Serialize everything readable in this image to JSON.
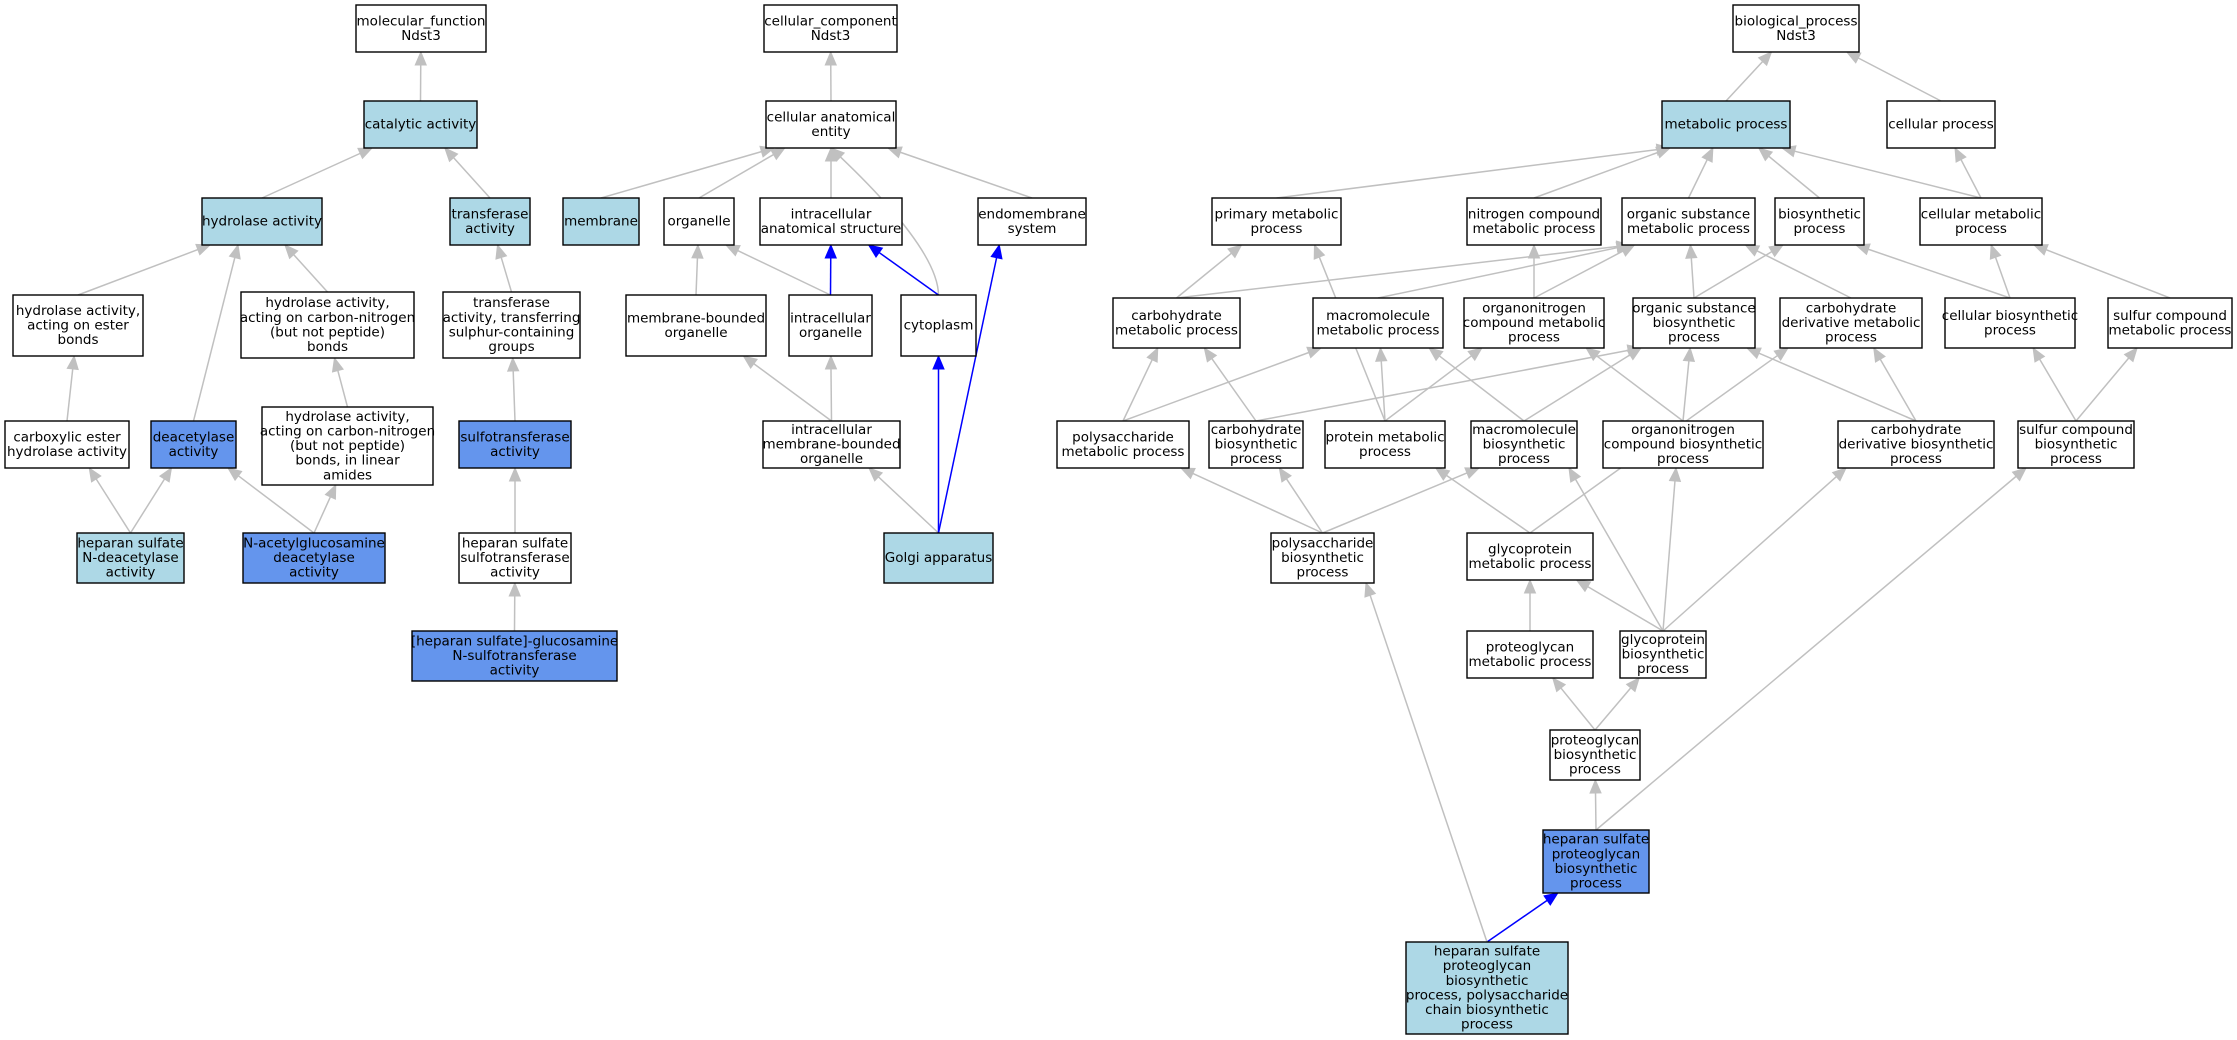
{
  "graph": {
    "colors": {
      "white": "#ffffff",
      "light": "#add8e6",
      "blue": "#6495ed",
      "edge_default": "#c0c0c0",
      "edge_highlight": "#0000ff"
    },
    "nodes": [
      {
        "id": "mf",
        "lines": [
          "molecular_function",
          "Ndst3"
        ],
        "fill": "white"
      },
      {
        "id": "catalytic",
        "lines": [
          "catalytic activity"
        ],
        "fill": "light"
      },
      {
        "id": "hydrolase",
        "lines": [
          "hydrolase activity"
        ],
        "fill": "light"
      },
      {
        "id": "transferase",
        "lines": [
          "transferase",
          "activity"
        ],
        "fill": "light"
      },
      {
        "id": "hyd_ester",
        "lines": [
          "hydrolase activity,",
          "acting on ester",
          "bonds"
        ],
        "fill": "white"
      },
      {
        "id": "hyd_cn",
        "lines": [
          "hydrolase activity,",
          "acting on carbon-nitrogen",
          "(but not peptide)",
          "bonds"
        ],
        "fill": "white"
      },
      {
        "id": "trans_sulf",
        "lines": [
          "transferase",
          "activity, transferring",
          "sulphur-containing",
          "groups"
        ],
        "fill": "white"
      },
      {
        "id": "carbox",
        "lines": [
          "carboxylic ester",
          "hydrolase activity"
        ],
        "fill": "white"
      },
      {
        "id": "deacetylase",
        "lines": [
          "deacetylase",
          "activity"
        ],
        "fill": "blue"
      },
      {
        "id": "hyd_cn_lin",
        "lines": [
          "hydrolase activity,",
          "acting on carbon-nitrogen",
          "(but not peptide)",
          "bonds, in linear",
          "amides"
        ],
        "fill": "white"
      },
      {
        "id": "sulfotrans",
        "lines": [
          "sulfotransferase",
          "activity"
        ],
        "fill": "blue"
      },
      {
        "id": "hs_ndeac",
        "lines": [
          "heparan sulfate",
          "N-deacetylase",
          "activity"
        ],
        "fill": "light"
      },
      {
        "id": "nag_deac",
        "lines": [
          "N-acetylglucosamine",
          "deacetylase",
          "activity"
        ],
        "fill": "blue"
      },
      {
        "id": "hs_sulfotrans",
        "lines": [
          "heparan sulfate",
          "sulfotransferase",
          "activity"
        ],
        "fill": "white"
      },
      {
        "id": "hs_glcn",
        "lines": [
          "[heparan sulfate]-glucosamine",
          "N-sulfotransferase",
          "activity"
        ],
        "fill": "blue"
      },
      {
        "id": "cc",
        "lines": [
          "cellular_component",
          "Ndst3"
        ],
        "fill": "white"
      },
      {
        "id": "cae",
        "lines": [
          "cellular anatomical",
          "entity"
        ],
        "fill": "white"
      },
      {
        "id": "membrane",
        "lines": [
          "membrane"
        ],
        "fill": "light"
      },
      {
        "id": "organelle",
        "lines": [
          "organelle"
        ],
        "fill": "white"
      },
      {
        "id": "ias",
        "lines": [
          "intracellular",
          "anatomical structure"
        ],
        "fill": "white"
      },
      {
        "id": "endomem",
        "lines": [
          "endomembrane",
          "system"
        ],
        "fill": "white"
      },
      {
        "id": "mbo",
        "lines": [
          "membrane-bounded",
          "organelle"
        ],
        "fill": "white"
      },
      {
        "id": "io",
        "lines": [
          "intracellular",
          "organelle"
        ],
        "fill": "white"
      },
      {
        "id": "cytoplasm",
        "lines": [
          "cytoplasm"
        ],
        "fill": "white"
      },
      {
        "id": "imbo",
        "lines": [
          "intracellular",
          "membrane-bounded",
          "organelle"
        ],
        "fill": "white"
      },
      {
        "id": "golgi",
        "lines": [
          "Golgi apparatus"
        ],
        "fill": "light"
      },
      {
        "id": "bp",
        "lines": [
          "biological_process",
          "Ndst3"
        ],
        "fill": "white"
      },
      {
        "id": "metab",
        "lines": [
          "metabolic process"
        ],
        "fill": "light"
      },
      {
        "id": "cellproc",
        "lines": [
          "cellular process"
        ],
        "fill": "white"
      },
      {
        "id": "primary",
        "lines": [
          "primary metabolic",
          "process"
        ],
        "fill": "white"
      },
      {
        "id": "ncmp",
        "lines": [
          "nitrogen compound",
          "metabolic process"
        ],
        "fill": "white"
      },
      {
        "id": "osmp",
        "lines": [
          "organic substance",
          "metabolic process"
        ],
        "fill": "white"
      },
      {
        "id": "biosyn",
        "lines": [
          "biosynthetic",
          "process"
        ],
        "fill": "white"
      },
      {
        "id": "cmp",
        "lines": [
          "cellular metabolic",
          "process"
        ],
        "fill": "white"
      },
      {
        "id": "carbmp",
        "lines": [
          "carbohydrate",
          "metabolic process"
        ],
        "fill": "white"
      },
      {
        "id": "macromp",
        "lines": [
          "macromolecule",
          "metabolic process"
        ],
        "fill": "white"
      },
      {
        "id": "onmp",
        "lines": [
          "organonitrogen",
          "compound metabolic",
          "process"
        ],
        "fill": "white"
      },
      {
        "id": "osbp",
        "lines": [
          "organic substance",
          "biosynthetic",
          "process"
        ],
        "fill": "white"
      },
      {
        "id": "cdmp",
        "lines": [
          "carbohydrate",
          "derivative metabolic",
          "process"
        ],
        "fill": "white"
      },
      {
        "id": "cbp",
        "lines": [
          "cellular biosynthetic",
          "process"
        ],
        "fill": "white"
      },
      {
        "id": "scmp",
        "lines": [
          "sulfur compound",
          "metabolic process"
        ],
        "fill": "white"
      },
      {
        "id": "polymp",
        "lines": [
          "polysaccharide",
          "metabolic process"
        ],
        "fill": "white"
      },
      {
        "id": "carbbp",
        "lines": [
          "carbohydrate",
          "biosynthetic",
          "process"
        ],
        "fill": "white"
      },
      {
        "id": "protmp",
        "lines": [
          "protein metabolic",
          "process"
        ],
        "fill": "white"
      },
      {
        "id": "macrobp",
        "lines": [
          "macromolecule",
          "biosynthetic",
          "process"
        ],
        "fill": "white"
      },
      {
        "id": "onbp",
        "lines": [
          "organonitrogen",
          "compound biosynthetic",
          "process"
        ],
        "fill": "white"
      },
      {
        "id": "cdbp",
        "lines": [
          "carbohydrate",
          "derivative biosynthetic",
          "process"
        ],
        "fill": "white"
      },
      {
        "id": "scbp",
        "lines": [
          "sulfur compound",
          "biosynthetic",
          "process"
        ],
        "fill": "white"
      },
      {
        "id": "polybp",
        "lines": [
          "polysaccharide",
          "biosynthetic",
          "process"
        ],
        "fill": "white"
      },
      {
        "id": "gpmp",
        "lines": [
          "glycoprotein",
          "metabolic process"
        ],
        "fill": "white"
      },
      {
        "id": "pgmp",
        "lines": [
          "proteoglycan",
          "metabolic process"
        ],
        "fill": "white"
      },
      {
        "id": "gpbp",
        "lines": [
          "glycoprotein",
          "biosynthetic",
          "process"
        ],
        "fill": "white"
      },
      {
        "id": "pgbp",
        "lines": [
          "proteoglycan",
          "biosynthetic",
          "process"
        ],
        "fill": "white"
      },
      {
        "id": "hspg",
        "lines": [
          "heparan sulfate",
          "proteoglycan",
          "biosynthetic",
          "process"
        ],
        "fill": "blue"
      },
      {
        "id": "hspg_poly",
        "lines": [
          "heparan sulfate",
          "proteoglycan",
          "biosynthetic",
          "process, polysaccharide",
          "chain biosynthetic",
          "process"
        ],
        "fill": "light"
      }
    ],
    "edges": [
      {
        "from": "catalytic",
        "to": "mf"
      },
      {
        "from": "hydrolase",
        "to": "catalytic"
      },
      {
        "from": "transferase",
        "to": "catalytic"
      },
      {
        "from": "hyd_ester",
        "to": "hydrolase"
      },
      {
        "from": "hyd_cn",
        "to": "hydrolase"
      },
      {
        "from": "deacetylase",
        "to": "hydrolase"
      },
      {
        "from": "trans_sulf",
        "to": "transferase"
      },
      {
        "from": "carbox",
        "to": "hyd_ester"
      },
      {
        "from": "hyd_cn_lin",
        "to": "hyd_cn"
      },
      {
        "from": "sulfotrans",
        "to": "trans_sulf"
      },
      {
        "from": "hs_ndeac",
        "to": "carbox"
      },
      {
        "from": "hs_ndeac",
        "to": "deacetylase"
      },
      {
        "from": "nag_deac",
        "to": "deacetylase"
      },
      {
        "from": "nag_deac",
        "to": "hyd_cn_lin"
      },
      {
        "from": "hs_sulfotrans",
        "to": "sulfotrans"
      },
      {
        "from": "hs_glcn",
        "to": "hs_sulfotrans"
      },
      {
        "from": "cae",
        "to": "cc"
      },
      {
        "from": "membrane",
        "to": "cae"
      },
      {
        "from": "organelle",
        "to": "cae"
      },
      {
        "from": "ias",
        "to": "cae"
      },
      {
        "from": "endomem",
        "to": "cae"
      },
      {
        "from": "cytoplasm",
        "to": "cae"
      },
      {
        "from": "mbo",
        "to": "organelle"
      },
      {
        "from": "io",
        "to": "organelle"
      },
      {
        "from": "io",
        "to": "ias",
        "highlight": true
      },
      {
        "from": "cytoplasm",
        "to": "ias",
        "highlight": true
      },
      {
        "from": "imbo",
        "to": "mbo"
      },
      {
        "from": "imbo",
        "to": "io"
      },
      {
        "from": "golgi",
        "to": "imbo"
      },
      {
        "from": "golgi",
        "to": "cytoplasm",
        "highlight": true
      },
      {
        "from": "golgi",
        "to": "endomem",
        "highlight": true
      },
      {
        "from": "metab",
        "to": "bp"
      },
      {
        "from": "cellproc",
        "to": "bp"
      },
      {
        "from": "primary",
        "to": "metab"
      },
      {
        "from": "ncmp",
        "to": "metab"
      },
      {
        "from": "osmp",
        "to": "metab"
      },
      {
        "from": "biosyn",
        "to": "metab"
      },
      {
        "from": "cmp",
        "to": "metab"
      },
      {
        "from": "cmp",
        "to": "cellproc"
      },
      {
        "from": "carbmp",
        "to": "primary"
      },
      {
        "from": "carbmp",
        "to": "osmp"
      },
      {
        "from": "macromp",
        "to": "osmp"
      },
      {
        "from": "onmp",
        "to": "ncmp"
      },
      {
        "from": "onmp",
        "to": "osmp"
      },
      {
        "from": "osbp",
        "to": "osmp"
      },
      {
        "from": "osbp",
        "to": "biosyn"
      },
      {
        "from": "cdmp",
        "to": "osmp"
      },
      {
        "from": "cbp",
        "to": "biosyn"
      },
      {
        "from": "cbp",
        "to": "cmp"
      },
      {
        "from": "scmp",
        "to": "cmp"
      },
      {
        "from": "polymp",
        "to": "carbmp"
      },
      {
        "from": "polymp",
        "to": "macromp"
      },
      {
        "from": "carbbp",
        "to": "carbmp"
      },
      {
        "from": "carbbp",
        "to": "osbp"
      },
      {
        "from": "protmp",
        "to": "primary"
      },
      {
        "from": "protmp",
        "to": "macromp"
      },
      {
        "from": "protmp",
        "to": "onmp"
      },
      {
        "from": "macrobp",
        "to": "macromp"
      },
      {
        "from": "macrobp",
        "to": "osbp"
      },
      {
        "from": "onbp",
        "to": "onmp"
      },
      {
        "from": "onbp",
        "to": "osbp"
      },
      {
        "from": "cdbp",
        "to": "osbp"
      },
      {
        "from": "cdbp",
        "to": "cdmp"
      },
      {
        "from": "scbp",
        "to": "cbp"
      },
      {
        "from": "scbp",
        "to": "scmp"
      },
      {
        "from": "polybp",
        "to": "polymp"
      },
      {
        "from": "polybp",
        "to": "carbbp"
      },
      {
        "from": "polybp",
        "to": "macrobp"
      },
      {
        "from": "gpmp",
        "to": "protmp"
      },
      {
        "from": "gpmp",
        "to": "cdmp"
      },
      {
        "from": "pgmp",
        "to": "gpmp"
      },
      {
        "from": "gpbp",
        "to": "gpmp"
      },
      {
        "from": "gpbp",
        "to": "macrobp"
      },
      {
        "from": "gpbp",
        "to": "onbp"
      },
      {
        "from": "gpbp",
        "to": "cdbp"
      },
      {
        "from": "pgbp",
        "to": "pgmp"
      },
      {
        "from": "pgbp",
        "to": "gpbp"
      },
      {
        "from": "hspg",
        "to": "pgbp"
      },
      {
        "from": "hspg",
        "to": "scbp"
      },
      {
        "from": "hspg_poly",
        "to": "hspg",
        "highlight": true
      },
      {
        "from": "hspg_poly",
        "to": "polybp"
      }
    ]
  }
}
